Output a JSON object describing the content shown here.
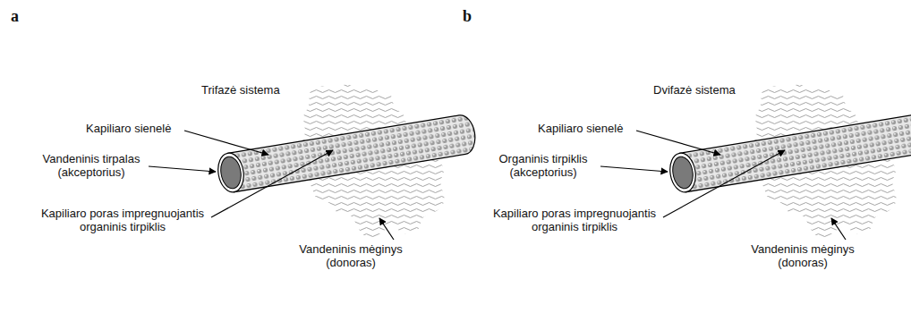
{
  "diagram": {
    "labels": [
      "a",
      "b",
      "Trifazė sistema",
      "Kapiliaro sienelė",
      "Vandeninis tirpalas (akceptorius)",
      "Kapiliaro poras impregnuojantis organinis tirpiklis",
      "Vandeninis mėginys (donoras)",
      "Dvifazė sistema",
      "Kapiliaro sienelė",
      "Organinis tirpiklis (akceptorius)",
      "Kapiliaro poras impregnuojantis organinis tirpiklis",
      "Vandeninis mėginys (donoras)"
    ]
  }
}
